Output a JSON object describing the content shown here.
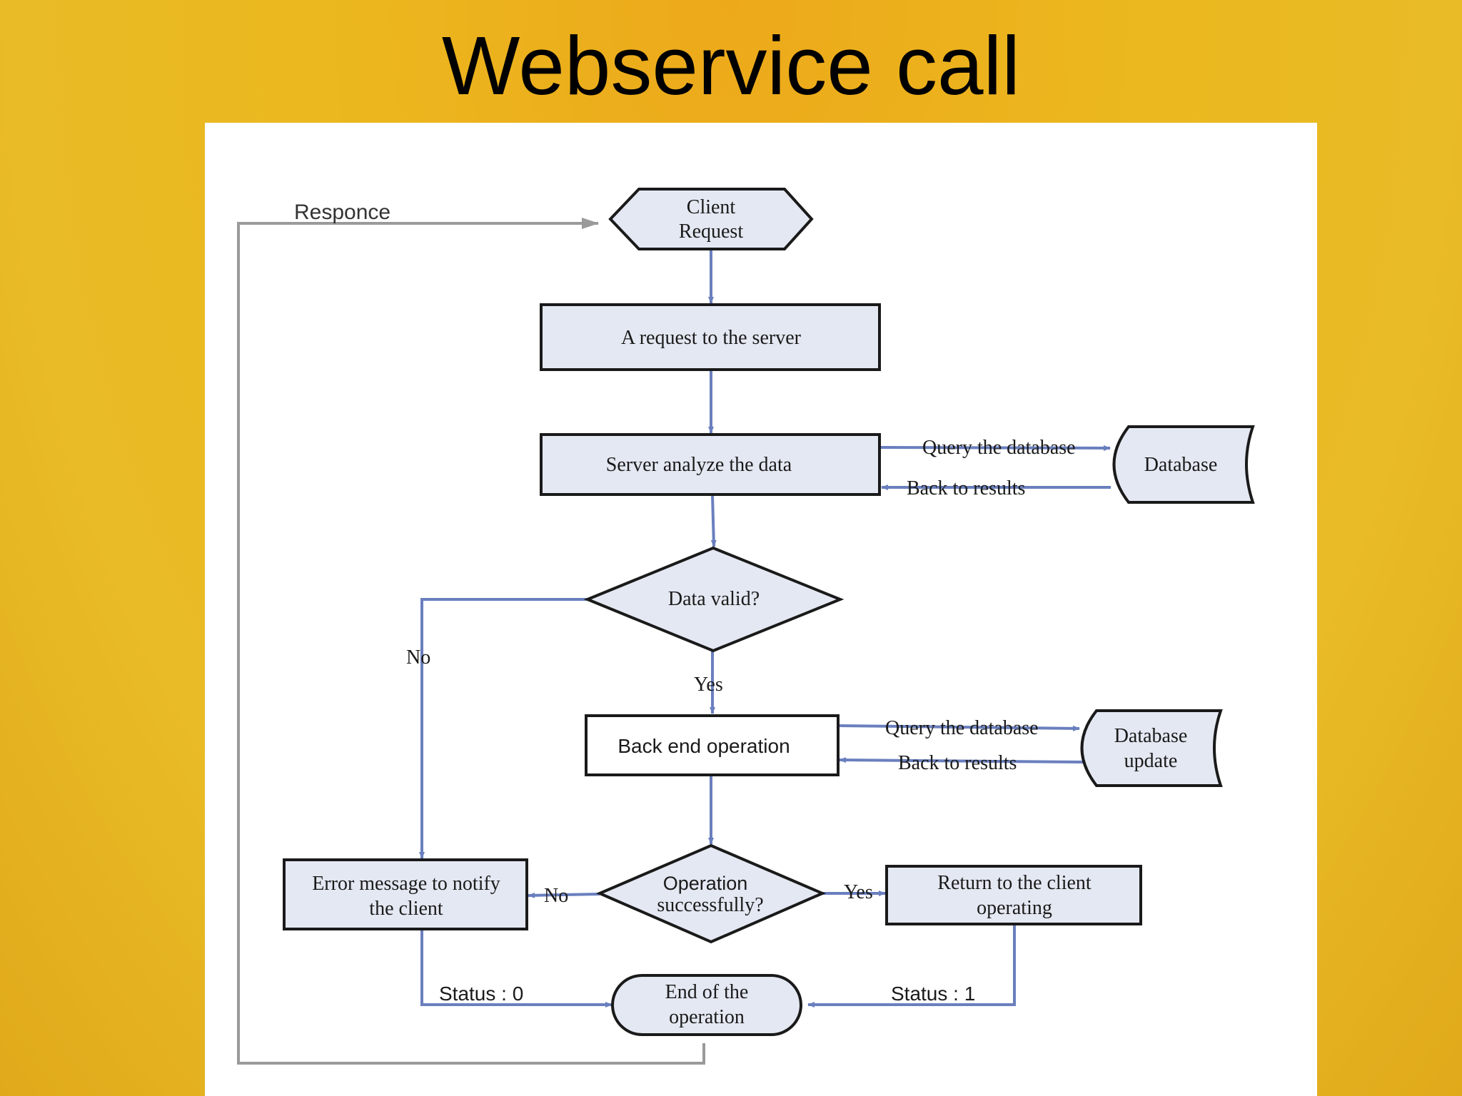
{
  "slide": {
    "title": "Webservice call"
  },
  "flowchart": {
    "client_request": [
      "Client",
      "Request"
    ],
    "request_to_server": "A request to the server",
    "server_analyze": "Server analyze the data",
    "database": "Database",
    "query_database_1": "Query the database",
    "back_to_results_1": "Back to results",
    "data_valid": "Data valid?",
    "yes_1": "Yes",
    "no_1": "No",
    "back_end_operation": "Back end operation",
    "query_database_2": "Query the database",
    "back_to_results_2": "Back to results",
    "database_update": [
      "Database",
      "update"
    ],
    "operation_successfully": [
      "Operation",
      "successfully?"
    ],
    "no_2": "No",
    "yes_2": "Yes",
    "error_message": [
      "Error message to notify",
      "the client"
    ],
    "return_to_client": [
      "Return to the client",
      "operating"
    ],
    "status_0": "Status : 0",
    "status_1": "Status : 1",
    "end_of_operation": [
      "End of the",
      "operation"
    ],
    "responce": "Responce"
  },
  "colors": {
    "node_fill": "#e4e8f2",
    "edge_blue": "#6a7fbe",
    "edge_gray": "#9a9a9a",
    "outline": "#1a1a1a"
  }
}
